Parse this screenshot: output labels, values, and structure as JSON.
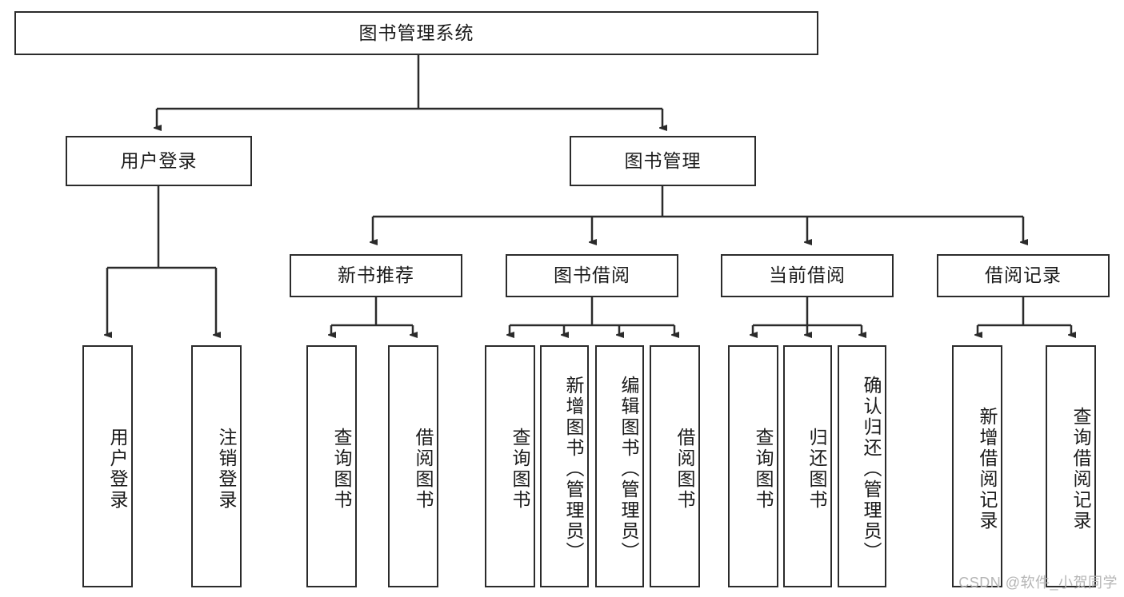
{
  "diagram": {
    "title": "图书管理系统",
    "watermark": "CSDN @软件_小贺同学",
    "root": {
      "label": "图书管理系统"
    },
    "level2": [
      {
        "label": "用户登录"
      },
      {
        "label": "图书管理"
      }
    ],
    "level3": [
      {
        "label": "新书推荐"
      },
      {
        "label": "图书借阅"
      },
      {
        "label": "当前借阅"
      },
      {
        "label": "借阅记录"
      }
    ],
    "leaves": {
      "user_login": [
        {
          "label": "用户登录"
        },
        {
          "label": "注销登录"
        }
      ],
      "new_book_recommend": [
        {
          "label": "查询图书"
        },
        {
          "label": "借阅图书"
        }
      ],
      "book_borrow": [
        {
          "label": "查询图书"
        },
        {
          "label": "新增图书（管理员）"
        },
        {
          "label": "编辑图书（管理员）"
        },
        {
          "label": "借阅图书"
        }
      ],
      "current_borrow": [
        {
          "label": "查询图书"
        },
        {
          "label": "归还图书"
        },
        {
          "label": "确认归还（管理员）"
        }
      ],
      "borrow_record": [
        {
          "label": "新增借阅记录"
        },
        {
          "label": "查询借阅记录"
        }
      ]
    }
  },
  "colors": {
    "stroke": "#2b2b2b",
    "text": "#1a1a1a",
    "background": "#ffffff",
    "watermark": "#b5b5b5"
  }
}
